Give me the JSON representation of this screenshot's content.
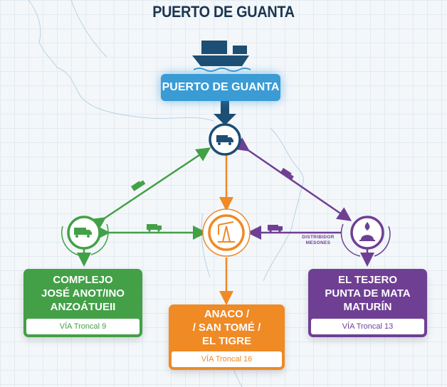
{
  "header": {
    "title": "PUERTO DE GUANTA"
  },
  "port": {
    "label": "PUERTO DE GUANTA",
    "icon": "cargo-ship-icon"
  },
  "hub": {
    "icon": "truck-icon"
  },
  "nodes": [
    {
      "id": "west",
      "line1": "COMPLEJO",
      "line2": "JOSÉ ANOT/INO",
      "line3": "ANZOÁTUEII",
      "via": "VÍA Troncal 9",
      "color": "#43a047",
      "icon": "truck-icon"
    },
    {
      "id": "center",
      "line1": "ANACO /",
      "line2": "/ SAN TOMÉ /",
      "line3": "EL TIGRE",
      "via": "VÍA Troncal 16",
      "color": "#ef8a25",
      "icon": "oil-pump-icon"
    },
    {
      "id": "east",
      "line1": "EL TEJERO",
      "line2": "PUNTA DE MATA",
      "line3": "MATURÍN",
      "via": "VÍA Troncal 13",
      "color": "#6f3f94",
      "icon": "gas-flame-icon"
    }
  ],
  "annotations": {
    "distribuidor_line1": "DISTRIBIDOR",
    "distribuidor_line2": "MESONES"
  },
  "colors": {
    "navy": "#1b3550",
    "blue": "#3a9bd5",
    "green": "#43a047",
    "orange": "#ef8a25",
    "purple": "#6f3f94"
  }
}
